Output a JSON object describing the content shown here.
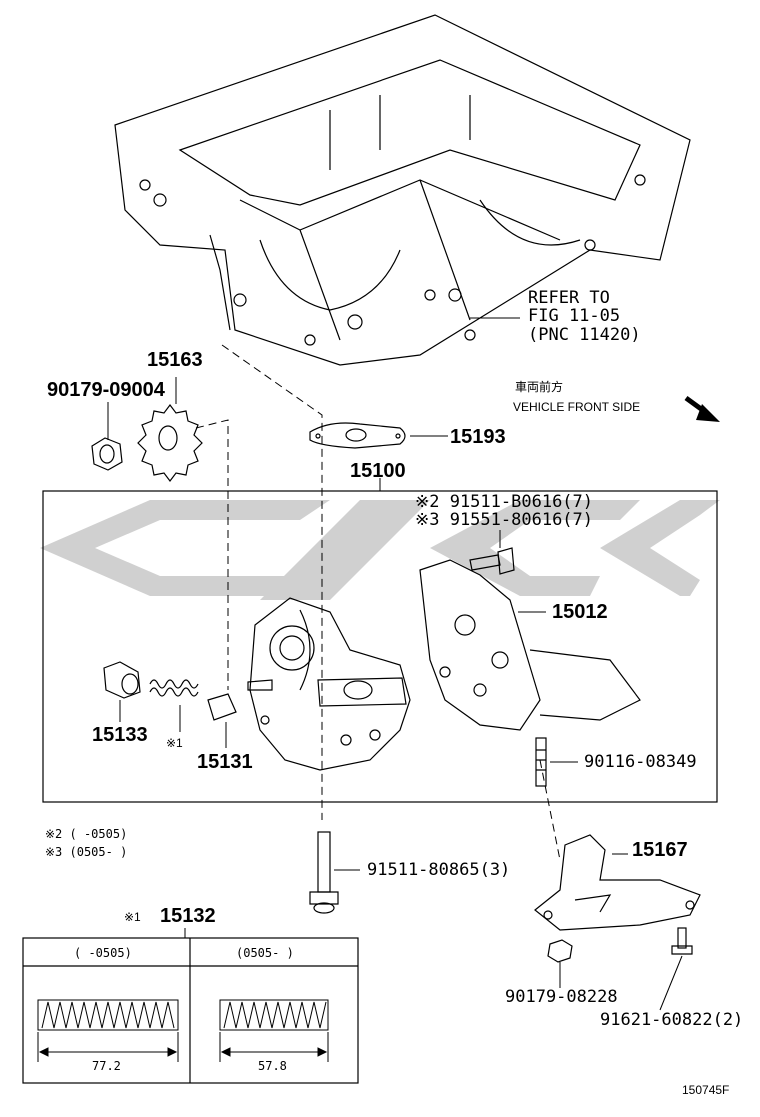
{
  "refer": {
    "line1": "REFER TO",
    "line2": "FIG 11-05",
    "line3": "(PNC 11420)"
  },
  "orientation": {
    "japanese": "車両前方",
    "english": "VEHICLE FRONT SIDE"
  },
  "parts": {
    "p15163": "15163",
    "p90179_09004": "90179-09004",
    "p15193": "15193",
    "p15100": "15100",
    "p91511_B0616": "※2 91511-B0616(7)",
    "p91551_80616": "※3 91551-80616(7)",
    "p15012": "15012",
    "p15133": "15133",
    "note1": "※1",
    "p15131": "15131",
    "p90116_08349": "90116-08349",
    "p15167": "15167",
    "p91511_80865": "91511-80865(3)",
    "p90179_08228": "90179-08228",
    "p91621_60822": "91621-60822(2)",
    "p15132_mark": "※1",
    "p15132": "15132"
  },
  "notes": {
    "note2": "※2 (      -0505)",
    "note3": "※3 (0505-      )"
  },
  "spring_table": {
    "col1_header": "(      -0505)",
    "col2_header": "(0505-      )",
    "col1_length": "77.2",
    "col2_length": "57.8"
  },
  "figure_id": "150745F",
  "colors": {
    "line": "#000000",
    "watermark": "#c8c8c8"
  }
}
